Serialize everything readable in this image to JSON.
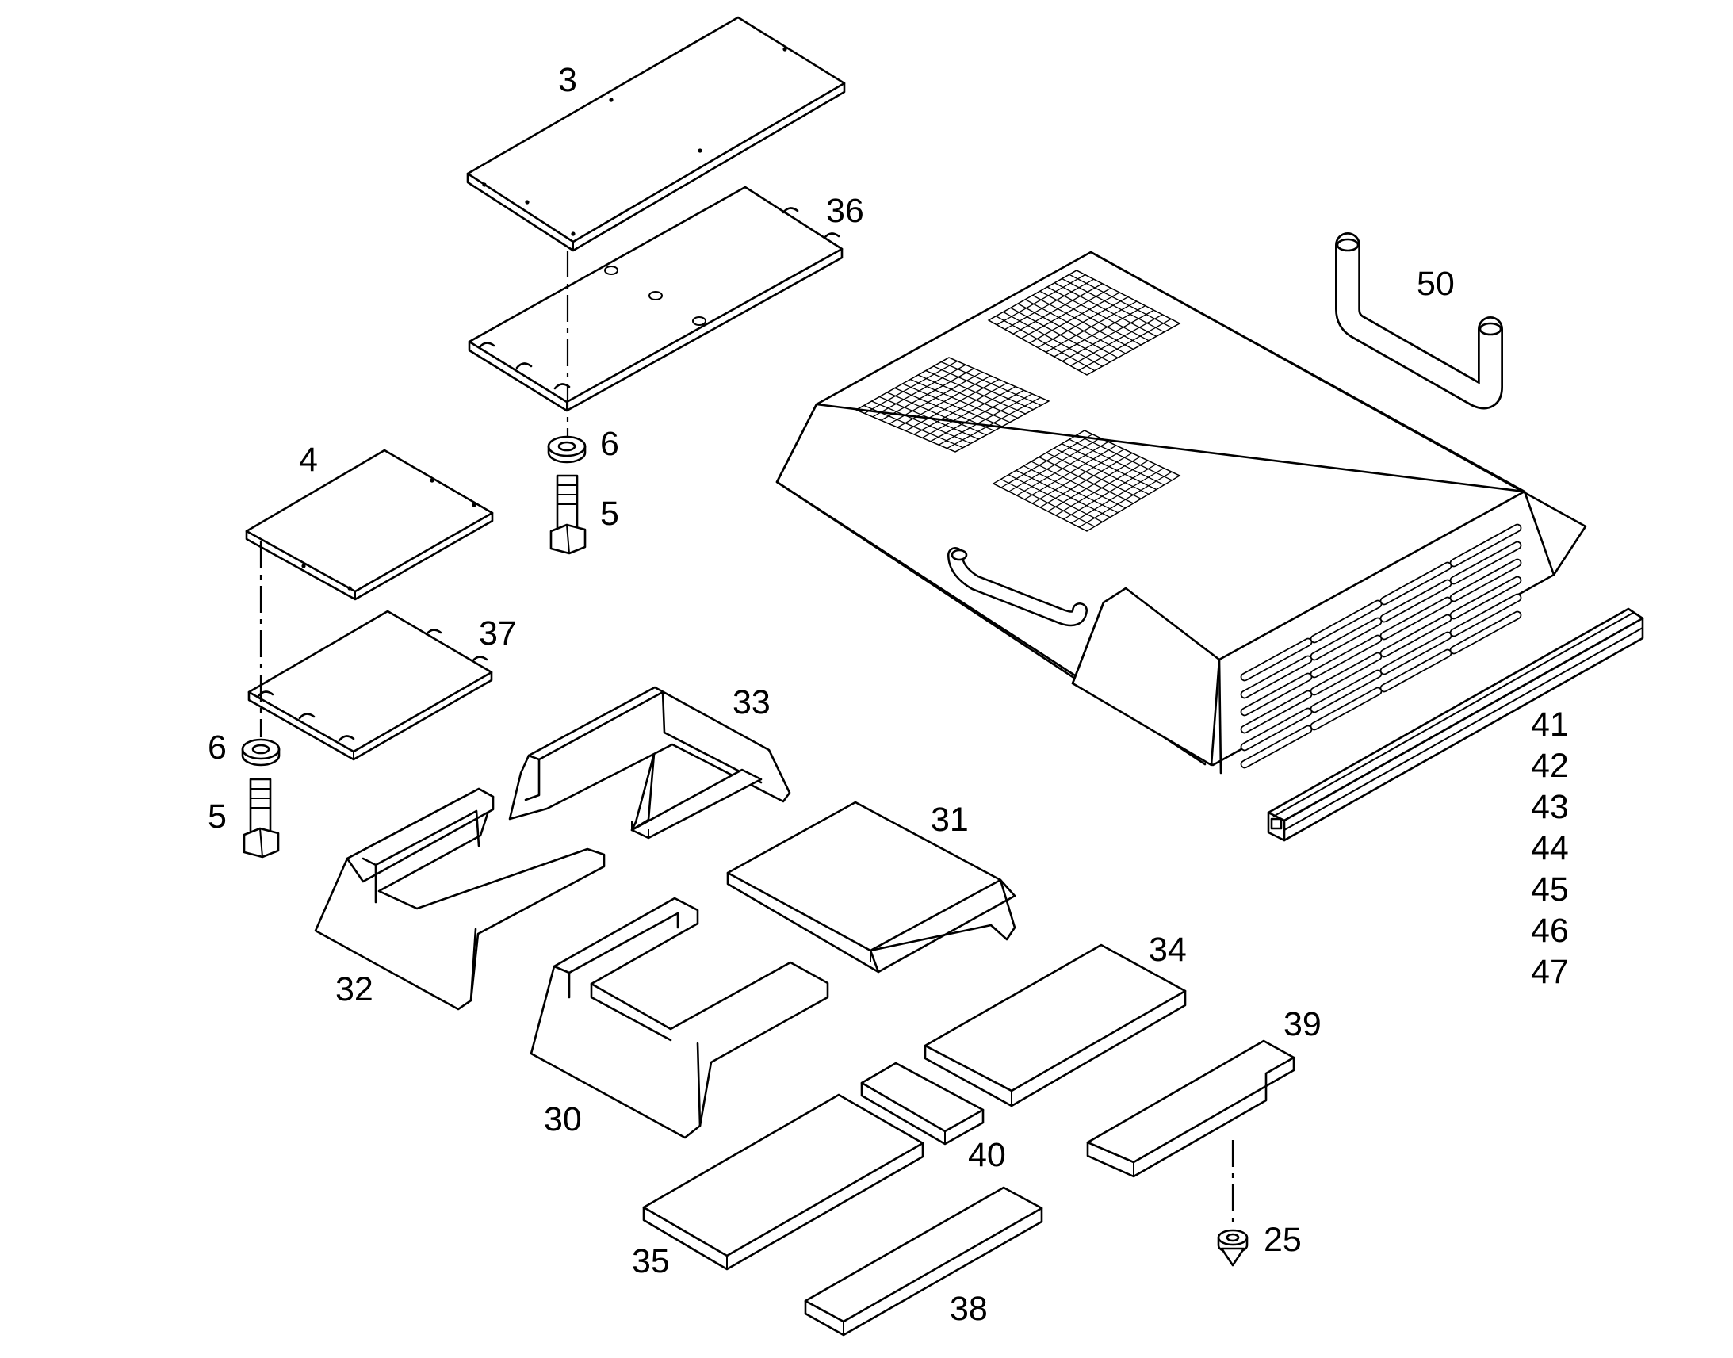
{
  "labels": {
    "p3": "3",
    "p36": "36",
    "p50": "50",
    "p6a": "6",
    "p5a": "5",
    "p4": "4",
    "p37": "37",
    "p6b": "6",
    "p5b": "5",
    "p33": "33",
    "p31": "31",
    "p32": "32",
    "p30": "30",
    "p34": "34",
    "p39": "39",
    "p40": "40",
    "p35": "35",
    "p25": "25",
    "p38": "38",
    "p41": "41",
    "p42": "42",
    "p43": "43",
    "p44": "44",
    "p45": "45",
    "p46": "46",
    "p47": "47"
  }
}
